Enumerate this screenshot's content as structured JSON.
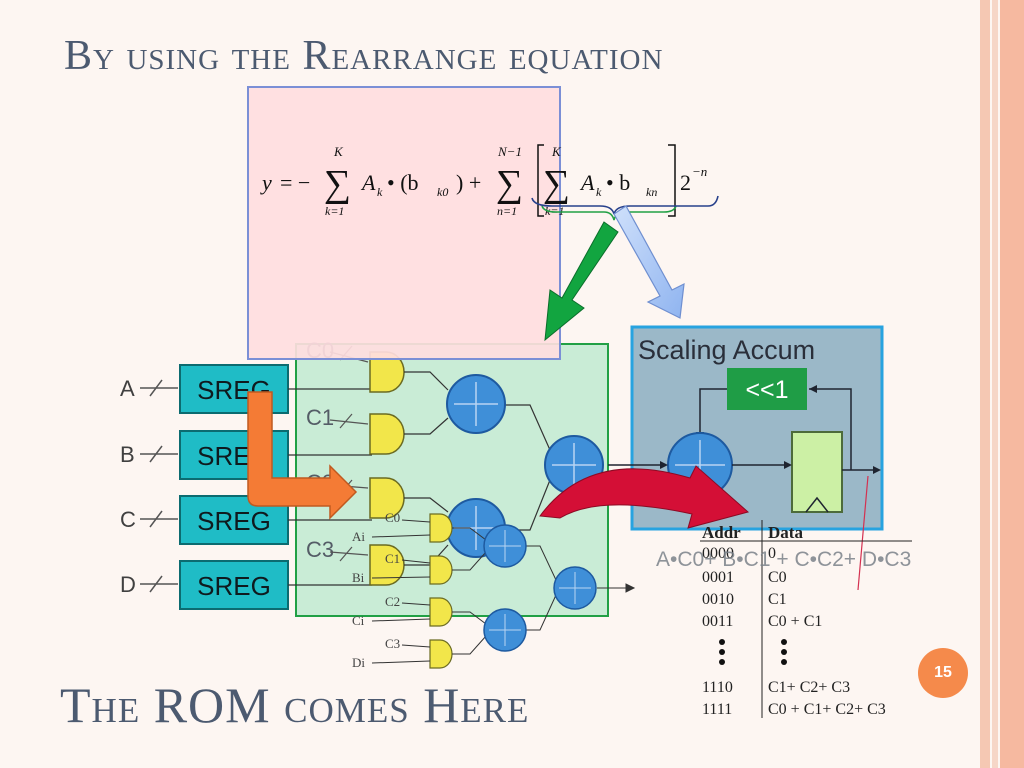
{
  "slide": {
    "title": "By using the Rearrange equation",
    "subtitle": "The ROM comes Here",
    "page_number": "15"
  },
  "equation": {
    "y": "y",
    "eq": "= −",
    "sum1_top": "K",
    "sum1_bottom": "k=1",
    "term1": "A",
    "term1_sub": "k",
    "dot1": "• (b",
    "term1b_sub": "k0",
    "close1": ") +",
    "sum2_top": "N−1",
    "sum2_bottom": "n=1",
    "sum3_top": "K",
    "sum3_bottom": "k=1",
    "term2": "A",
    "term2_sub": "k",
    "dot2": "• b",
    "term2b_sub": "kn",
    "pow_base": "2",
    "pow_exp": "−n"
  },
  "diagram": {
    "inputs": [
      "A",
      "B",
      "C",
      "D"
    ],
    "sreg_label": "SREG",
    "coeff_labels": [
      "C0",
      "C1",
      "C2",
      "C3"
    ],
    "small_coeff_labels": [
      "C0",
      "C1",
      "C2",
      "C3"
    ],
    "small_inputs": [
      "Ai",
      "Bi",
      "Ci",
      "Di"
    ],
    "scaling_title": "Scaling Accum",
    "shift_label": "<<1",
    "overlay_expr": "A•C0+ B•C1 + C•C2+ D•C3"
  },
  "rom_table": {
    "headers": [
      "Addr",
      "Data"
    ],
    "rows": [
      {
        "addr": "0000",
        "data": "0"
      },
      {
        "addr": "0001",
        "data": "C0"
      },
      {
        "addr": "0010",
        "data": "C1"
      },
      {
        "addr": "0011",
        "data": "C0 + C1"
      },
      {
        "addr": "1110",
        "data": "C1+ C2+ C3"
      },
      {
        "addr": "1111",
        "data": "C0 + C1+ C2+ C3"
      }
    ]
  },
  "colors": {
    "title": "#4c5a70",
    "pink_box": "#ffdde0",
    "pink_border": "#7b8fd6",
    "green_box": "#c9ecd6",
    "green_border": "#21a045",
    "teal": "#1fbcc6",
    "adder": "#3f8fd8",
    "and_yellow": "#f2e64a",
    "scaling_bg": "#9bb8c8",
    "shift_green": "#1f9d46",
    "arrow_green": "#12a540",
    "arrow_orange": "#f47b35",
    "arrow_red": "#d40f36",
    "page_badge": "#f58a4b"
  }
}
